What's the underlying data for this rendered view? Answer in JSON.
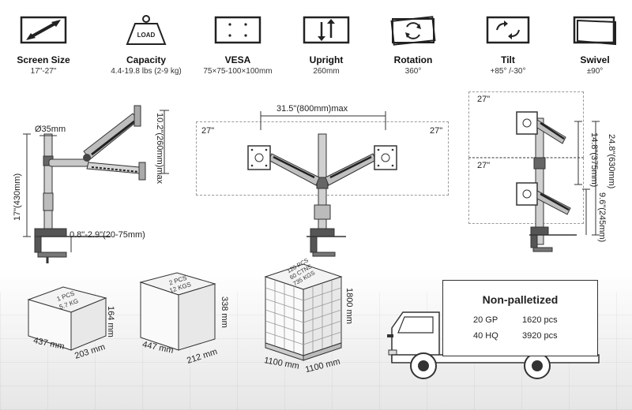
{
  "features": [
    {
      "title": "Screen Size",
      "value": "17\"-27\"",
      "icon": "screen-size-icon"
    },
    {
      "title": "Capacity",
      "value": "4.4-19.8 lbs (2-9 kg)",
      "icon": "load-weight-icon",
      "icon_text": "LOAD"
    },
    {
      "title": "VESA",
      "value": "75×75-100×100mm",
      "icon": "vesa-icon"
    },
    {
      "title": "Upright",
      "value": "260mm",
      "icon": "upright-icon"
    },
    {
      "title": "Rotation",
      "value": "360°",
      "icon": "rotation-icon"
    },
    {
      "title": "Tilt",
      "value": "+85° /-30°",
      "icon": "tilt-icon"
    },
    {
      "title": "Swivel",
      "value": "±90°",
      "icon": "swivel-icon"
    }
  ],
  "single_mount": {
    "pole_diameter": "Ø35mm",
    "arm_height": "10.2\"(260mm)max",
    "pole_height": "17\"(430mm)",
    "clamp_range": "0.8\"-2.9\"(20-75mm)"
  },
  "dual_mount": {
    "max_width": "31.5\"(800mm)max",
    "left_screen": "27\"",
    "right_screen": "27\""
  },
  "stacked_mount": {
    "top_screen": "27\"",
    "bottom_screen": "27\"",
    "upper_range": "14.8\"(375mm)",
    "total_range": "24.8\"(630mm)",
    "lower_range": "9.6\"(245mm)"
  },
  "packages": [
    {
      "box_text": [
        "1 PCS",
        "5.7 KG"
      ],
      "length": "437 mm",
      "width": "203 mm",
      "height": "164 mm"
    },
    {
      "box_text": [
        "2 PCS",
        "12 KGS"
      ],
      "length": "447 mm",
      "width": "212 mm",
      "height": "338 mm"
    },
    {
      "box_text": [
        "120 PCS",
        "60 CTNS",
        "735 KGS"
      ],
      "length": "1100 mm",
      "width": "1100 mm",
      "height": "1800 mm"
    }
  ],
  "shipping": {
    "title": "Non-palletized",
    "rows": [
      {
        "container": "20 GP",
        "qty": "1620 pcs"
      },
      {
        "container": "40 HQ",
        "qty": "3920 pcs"
      }
    ]
  },
  "colors": {
    "line": "#333333",
    "dash": "#9a9a9a",
    "arm": "#b8b8b8",
    "dark": "#3a3a3a"
  }
}
